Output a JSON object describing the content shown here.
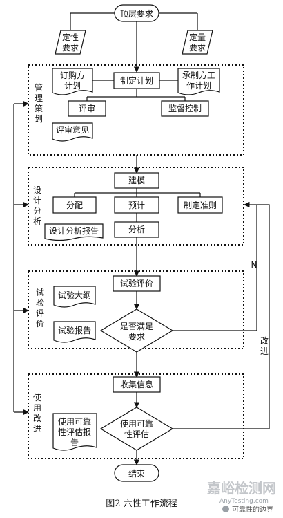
{
  "nodes": {
    "top": "顶层要求",
    "qual": [
      "定性",
      "要求"
    ],
    "quant": [
      "定量",
      "要求"
    ],
    "order_plan": [
      "订购方",
      "计划"
    ],
    "make_plan": "制定计划",
    "contractor_plan": [
      "承制方工",
      "作计划"
    ],
    "review": "评审",
    "supervise": "监督控制",
    "review_opinion": "评审意见",
    "modeling": "建模",
    "allocate": "分配",
    "predict": "预计",
    "criteria": "制定准则",
    "design_report": "设计分析报告",
    "analyze": "分析",
    "test_eval": "试验评价",
    "test_outline": "试验大纲",
    "satisfy": [
      "是否满足",
      "要求"
    ],
    "test_report": "试验报告",
    "collect": "收集信息",
    "use_report": [
      "使用可靠",
      "性评估报",
      "告"
    ],
    "use_eval": [
      "使用可靠",
      "性评估"
    ],
    "end": "结束"
  },
  "phases": {
    "mgmt": [
      "管",
      "理",
      "策",
      "划"
    ],
    "design": [
      "设",
      "计",
      "分",
      "析"
    ],
    "test": [
      "试",
      "验",
      "评",
      "价"
    ],
    "use": [
      "使",
      "用",
      "改",
      "进"
    ]
  },
  "labels": {
    "no": "N",
    "improve": [
      "改",
      "进"
    ]
  },
  "caption": "图2   六性工作流程",
  "watermark": {
    "main": "嘉峪检测网",
    "url": "AnyTesting.com",
    "handle": "可靠性的边界"
  }
}
